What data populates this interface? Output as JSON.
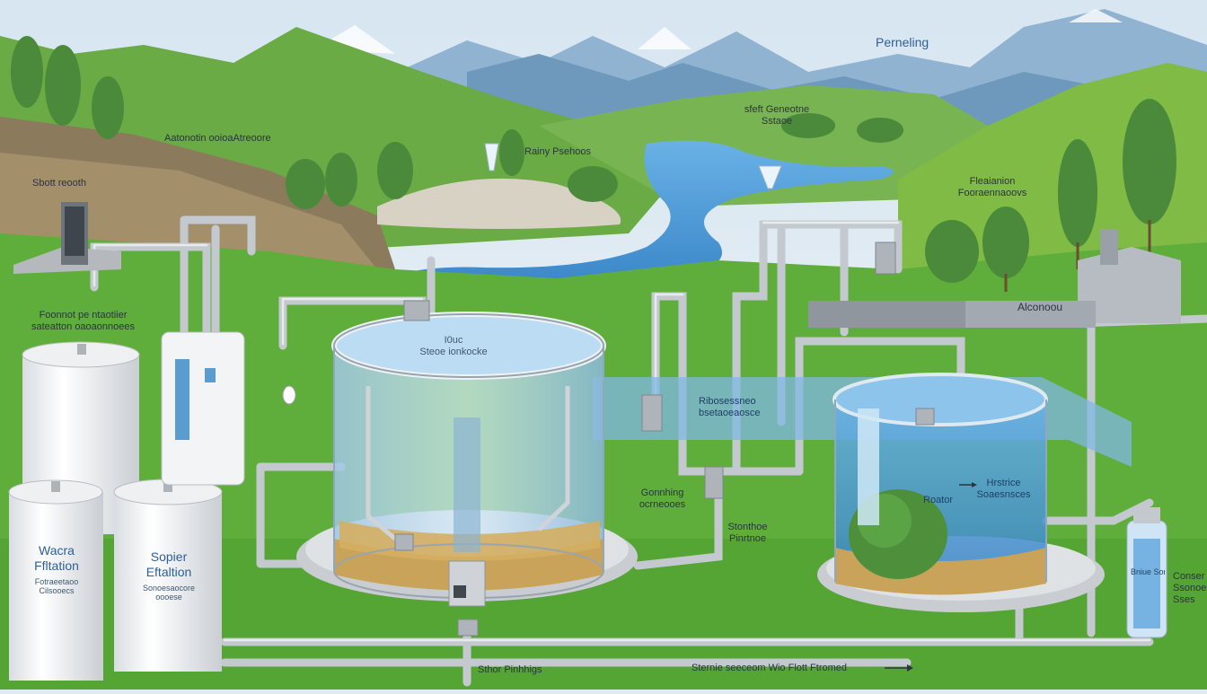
{
  "title": "Perneling",
  "labels": {
    "aerobic": "Aatonotin ooioaAtreoore",
    "spot_recovery": "Sbott reooth",
    "rainy_pe": "Rainy Psehoos",
    "steft_line1": "sfeft Geneotne",
    "steft_line2": "Sstaoe",
    "filtration_line1": "Fleaianion",
    "filtration_line2": "Fooraennaoovs",
    "control_line1": "Foonnot pe ntaotiier",
    "control_line2": "sateatton oaoaonnoees",
    "tank_title_line1": "I0uc",
    "tank_title_line2": "Steoe ionkocke",
    "blue_band_line1": "Ribosessneo",
    "blue_band_line2": "bsetaoeaosce",
    "alconoou": "Alconoou",
    "gonnhing_line1": "Gonnhing",
    "gonnhing_line2": "ocrneooes",
    "stonthoe_line1": "Stonthoe",
    "stonthoe_line2": "Pinrtnoe",
    "rodar": "Roator",
    "hrstrice_line1": "Hrstrice",
    "hrstrice_line2": "Soaesnsces",
    "cartridge_right_line1": "Conser",
    "cartridge_right_line2": "Ssonoest",
    "cartridge_right_line3": "Sses",
    "cartridge_label": "Bniue Sorre",
    "bottom_center": "Sthor Pinhhigs",
    "bottom_right": "Sternie seeceom Wio Flott Ftromed"
  },
  "tank_left": {
    "line1": "Wacra",
    "line2": "Ffltation",
    "line3": "Fotraeetaoo",
    "line4": "Cilsooecs"
  },
  "tank_right": {
    "line1": "Sopier",
    "line2": "Eftaltion",
    "line3": "Sonoesaocore",
    "line4": "oooese"
  },
  "colors": {
    "sky": "#dfeaf2",
    "grass": "#5fae3b",
    "water": "#4c9ad6",
    "tank_white": "#f4f6f8",
    "pipe": "#c7ccd2",
    "gravel": "#c9a35a",
    "label_blue": "#2d5f9a"
  },
  "icons": [
    "valve-icon",
    "faucet-icon",
    "arrow-right-icon"
  ]
}
